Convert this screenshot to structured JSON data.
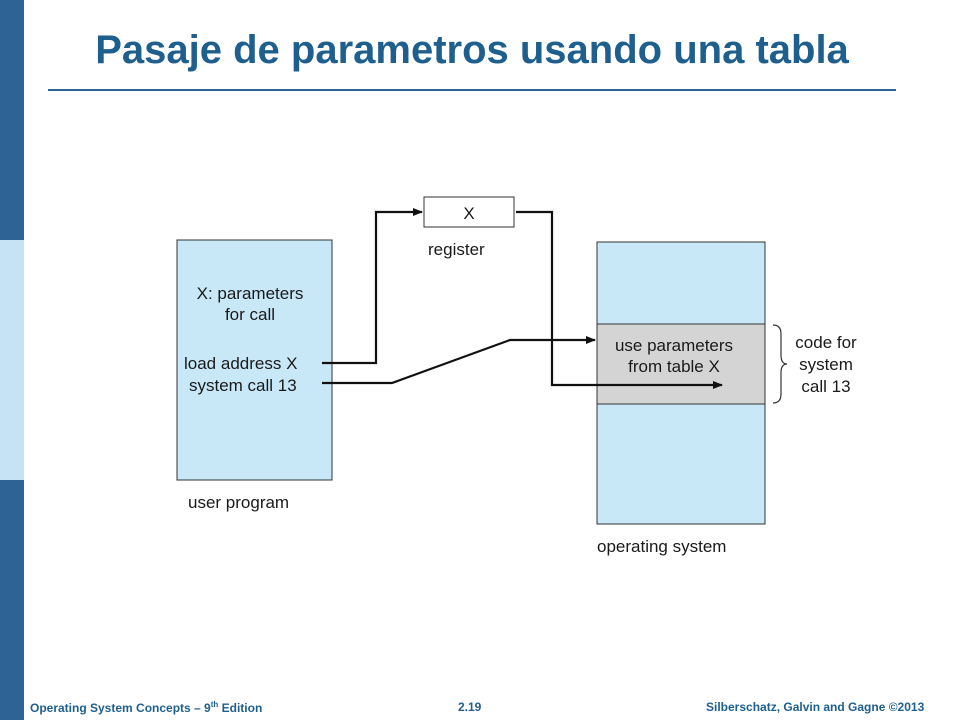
{
  "slide": {
    "title": "Pasaje de parametros usando una tabla",
    "accent_color": "#1e5f8e",
    "sidebar_colors": [
      "#2e6396",
      "#c6e3f5",
      "#2e6396"
    ]
  },
  "diagram": {
    "register_value": "X",
    "register_label": "register",
    "user_program": {
      "label": "user program",
      "line1": "X: parameters",
      "line2": "for call",
      "line3": "load address X",
      "line4": "system call 13"
    },
    "operating_system": {
      "label": "operating system",
      "line1": "use parameters",
      "line2": "from table X"
    },
    "code_label": {
      "line1": "code for",
      "line2": "system",
      "line3": "call 13"
    },
    "colors": {
      "box_fill": "#c8e8f8",
      "highlight_fill": "#d4d4d4",
      "stroke": "#333333"
    }
  },
  "footer": {
    "left_prefix": "Operating System Concepts – 9",
    "left_sup": "th",
    "left_suffix": " Edition",
    "page": "2.19",
    "right": "Silberschatz, Galvin and Gagne ©2013"
  }
}
